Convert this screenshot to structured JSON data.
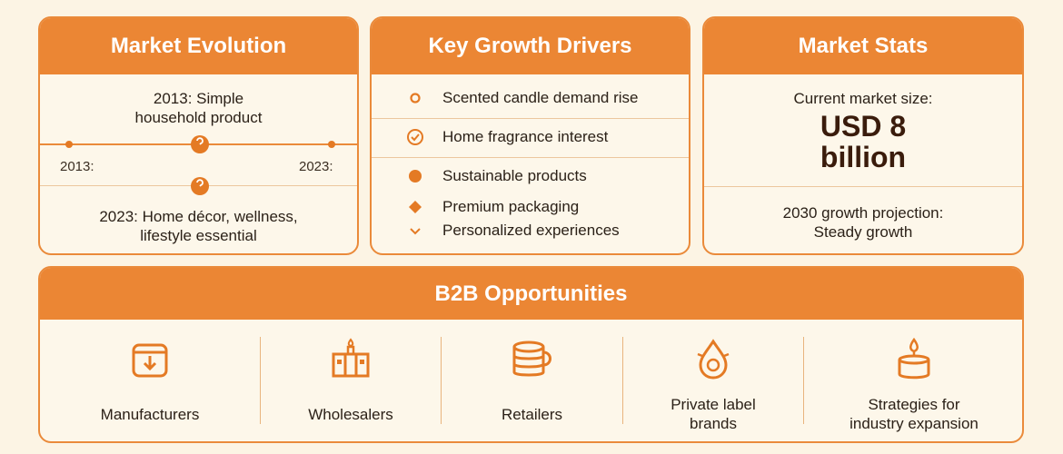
{
  "market_evolution": {
    "title": "Market Evolution",
    "top_line1": "2013: Simple",
    "top_line2": "household product",
    "year_left": "2013:",
    "year_right": "2023:",
    "bottom_line1": "2023: Home décor, wellness,",
    "bottom_line2": "lifestyle essential"
  },
  "growth_drivers": {
    "title": "Key Growth Drivers",
    "items": [
      {
        "label": "Scented candle demand rise",
        "icon": "ring-icon"
      },
      {
        "label": "Home fragrance interest",
        "icon": "check-circle-icon"
      },
      {
        "label": "Sustainable products",
        "icon": "dot-icon"
      },
      {
        "label": "Premium packaging",
        "icon": "diamond-icon"
      },
      {
        "label": "Personalized experiences",
        "icon": "chevron-down-icon"
      }
    ]
  },
  "market_stats": {
    "title": "Market Stats",
    "size_label": "Current market size:",
    "size_value_line1": "USD 8",
    "size_value_line2": "billion",
    "projection_line1": "2030 growth projection:",
    "projection_line2": "Steady growth"
  },
  "b2b": {
    "title": "B2B Opportunities",
    "items": [
      {
        "label": "Manufacturers",
        "icon": "factory-roll-icon"
      },
      {
        "label": "Wholesalers",
        "icon": "warehouse-icon"
      },
      {
        "label": "Retailers",
        "icon": "cup-icon"
      },
      {
        "label_line1": "Private label",
        "label_line2": "brands",
        "icon": "drop-icon"
      },
      {
        "label_line1": "Strategies for",
        "label_line2": "industry expansion",
        "icon": "candle-icon"
      }
    ]
  },
  "colors": {
    "accent": "#eb8634",
    "background": "#fcf4e4",
    "card": "#fdf7ea"
  }
}
